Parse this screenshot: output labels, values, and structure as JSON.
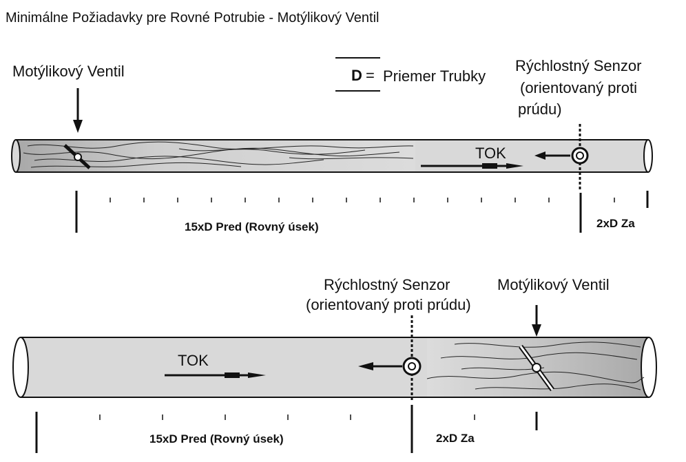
{
  "title": "Minimálne Požiadavky pre Rovné Potrubie - Motýlikový Ventil",
  "legend": {
    "symbol": "D",
    "equals": "=",
    "meaning": "Priemer Trubky"
  },
  "colors": {
    "pipe_fill": "#d9d9d9",
    "turbulence_fill": "#b3b3b3",
    "stroke": "#111111",
    "background": "#ffffff"
  },
  "icons": [
    "butterfly-valve-icon",
    "velocity-sensor-icon",
    "flow-arrow-icon",
    "down-arrow-icon"
  ],
  "diagram1": {
    "valve_label": "Motýlikový Ventil",
    "sensor_label_lines": [
      "Rýchlostný Senzor",
      "(orientovaný proti",
      "prúdu)"
    ],
    "flow_label": "TOK",
    "upstream_span": "15xD Pred (Rovný úsek)",
    "downstream_span": "2xD Za"
  },
  "diagram2": {
    "sensor_label_lines": [
      "Rýchlostný Senzor",
      "(orientovaný proti prúdu)"
    ],
    "valve_label": "Motýlikový Ventil",
    "flow_label": "TOK",
    "upstream_span": "15xD Pred (Rovný úsek)",
    "downstream_span": "2xD Za"
  }
}
